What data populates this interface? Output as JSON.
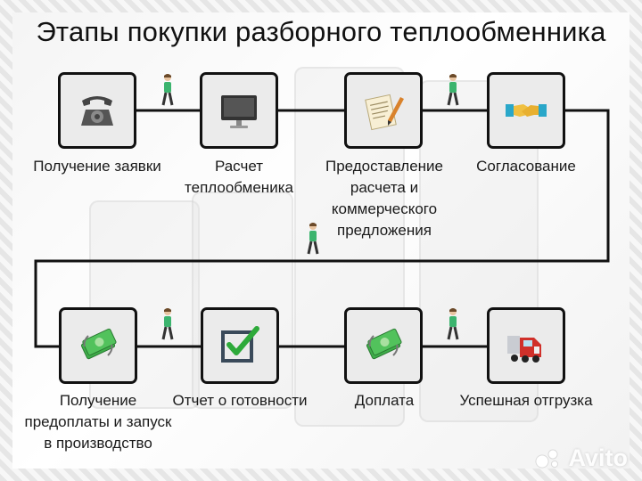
{
  "title": "Этапы покупки разборного теплообменника",
  "steps": [
    {
      "label": "Получение заявки",
      "icon": "telephone-icon"
    },
    {
      "label": "Расчет теплообменика",
      "icon": "monitor-icon"
    },
    {
      "label": "Предоставление расчета и коммерческого предложения",
      "icon": "document-pen-icon"
    },
    {
      "label": "Согласование",
      "icon": "handshake-icon"
    },
    {
      "label": "Получение предоплаты и запуск в производство",
      "icon": "money-icon"
    },
    {
      "label": "Отчет о готовности",
      "icon": "checkbox-icon"
    },
    {
      "label": "Доплата",
      "icon": "money-icon"
    },
    {
      "label": "Успешная отгрузка",
      "icon": "truck-icon"
    }
  ],
  "watermark": "Avito",
  "colors": {
    "line": "#111111",
    "box_fill": "#ebebeb",
    "walker_shirt": "#3cb46e",
    "money": "#3fae4a",
    "check": "#2eaa3a",
    "truck": "#d0302a"
  }
}
